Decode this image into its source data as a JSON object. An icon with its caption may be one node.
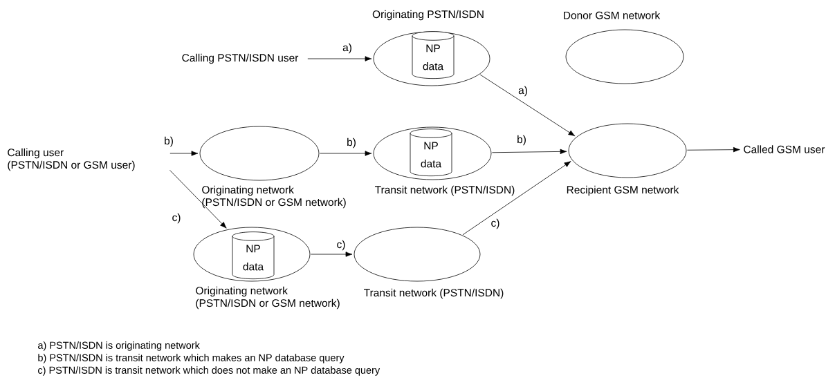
{
  "diagram": {
    "nodes": [
      {
        "text": [
          "Calling PSTN/ISDN user"
        ]
      },
      {
        "text": [
          "Originating PSTN/ISDN"
        ]
      },
      {
        "text": [
          "NP data"
        ],
        "in": 1
      },
      {
        "text": [
          "Donor GSM network"
        ]
      },
      {
        "text": [
          "Calling user (PSTN/ISDN or GSM user)"
        ]
      },
      {
        "text": [
          "Originating network (PSTN/ISDN or GSM network)"
        ]
      },
      {
        "text": [
          "Transit network (PSTN/ISDN)"
        ]
      },
      {
        "text": [
          "NP data"
        ],
        "in": 6
      },
      {
        "text": [
          "Recipient GSM network"
        ]
      },
      {
        "text": [
          "Called GSM user"
        ]
      },
      {
        "text": [
          "Originating network (PSTN/ISDN or GSM network)"
        ]
      },
      {
        "text": [
          "NP data"
        ],
        "in": 10
      },
      {
        "text": [
          "Transit network (PSTN/ISDN)"
        ]
      }
    ],
    "edges": [
      {
        "from": 0,
        "to": 1,
        "arrow": "to",
        "label": "a)"
      },
      {
        "from": 1,
        "to": 8,
        "arrow": "to",
        "label": "a)"
      },
      {
        "from": 4,
        "to": 5,
        "arrow": "to",
        "label": "b)"
      },
      {
        "from": 5,
        "to": 6,
        "arrow": "to",
        "label": "b)"
      },
      {
        "from": 6,
        "to": 8,
        "arrow": "to",
        "label": "b)"
      },
      {
        "from": 4,
        "to": 10,
        "arrow": "to",
        "label": "c)"
      },
      {
        "from": 10,
        "to": 12,
        "arrow": "to",
        "label": "c)"
      },
      {
        "from": 12,
        "to": 8,
        "arrow": "to",
        "label": "c)"
      },
      {
        "from": 8,
        "to": 9,
        "arrow": "to"
      }
    ],
    "labels": [
      "a)  PSTN/ISDN is originating network",
      "b)  PSTN/ISDN is transit network which makes an NP database query",
      "c)  PSTN/ISDN is transit network which does not make an NP database query"
    ]
  }
}
